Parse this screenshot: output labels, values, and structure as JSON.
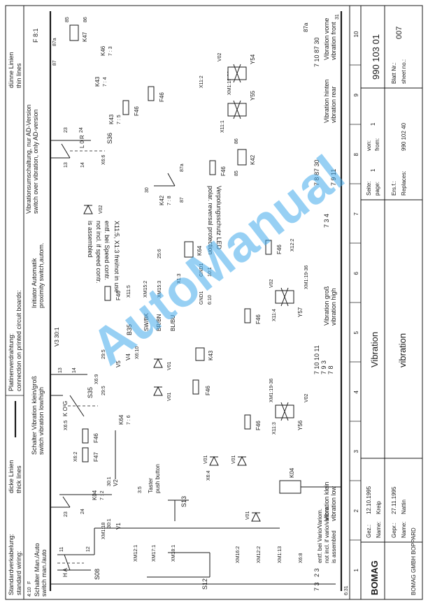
{
  "header": {
    "standard_wiring_de": "Standardverkabelung:",
    "standard_wiring_en": "standard wiring:",
    "thick_lines_de": "dicke Linien",
    "thick_lines_en": "thick lines",
    "board_wiring_de": "Platinenverdrahtung:",
    "board_wiring_en": "connection on printed circuit boards:",
    "thin_lines_de": "dünne Linien",
    "thin_lines_en": "thin lines"
  },
  "sections": {
    "s08_de": "Schalter Man./Auto",
    "s08_en": "switch man./auto",
    "vib_low_high_de": "Schalter Vibration klein/groß",
    "vib_low_high_en": "switch vibration low/high",
    "initiator_de": "Initiator Automatik",
    "initiator_en": "proximity switch,autom.",
    "vib_switch_de": "Vibrationsumschaltung, nur AD-Version",
    "vib_switch_en": "switch over vibration, only AD-version"
  },
  "labels": {
    "s08": "S08",
    "s12": "S12",
    "s13": "S13",
    "s35": "S35",
    "s36": "S36",
    "b35": "B35",
    "k04": "K04",
    "k04b": "K04",
    "k42": "K42",
    "k43": "K43",
    "k46": "K46",
    "k47": "K47",
    "k64": "K64",
    "v01": "V01",
    "v02": "V02",
    "y54": "Y54",
    "y55": "Y55",
    "y56": "Y56",
    "y57": "Y57",
    "f46": "F46",
    "f47": "F47",
    "xm1_18": "XM1:18",
    "xm12_1": "XM12:1",
    "xm17_1": "XM17:1",
    "xm18_1": "XM18:1",
    "xm16_2": "XM16:2",
    "xm12_2": "XM12:2",
    "xm1_13": "XM1:13",
    "xm15_2": "XM15:2",
    "xm15_3": "XM15:3",
    "xm1_19_36": "XM1:19-36",
    "x6_2": "X6:2",
    "x6_5": "X6:5",
    "x6_8": "X6:8",
    "x6_9": "X6:9",
    "x6_10": "X6:10",
    "x6_4": "X6:4",
    "x6_6": "X6:6",
    "x11_1": "X11:1",
    "x11_2": "X11:2",
    "x11_3": "X11:3",
    "x11_4": "X11:4",
    "x11_5": "X11:5",
    "x12_2": "X12:2",
    "x1_3": "X1:3",
    "v1": "V1",
    "v2": "V2",
    "v3": "V3",
    "v4": "V4",
    "v5": "V5",
    "v3_30": "V3 30:1",
    "v1_30": "30:1",
    "v2_30": "30:1",
    "br_bn": "BR/BN",
    "sw_bk": "SW/BK",
    "bl_bu": "BL/BU",
    "gnd": "GND1",
    "gnd2": "GND1",
    "taster_de": "Taster",
    "taster_en": "push button",
    "led_de": "Verpolungsschutz LED",
    "led_en": "polar. reversal protection",
    "speed_de": "entf. bei Speed contr.",
    "speed_en": "not incl. if speed contr.",
    "assembled": "is assembled",
    "x11_free": "X11:5, X1:3 frei/not in use",
    "ref_7_2": "7 : 2",
    "ref_7_6": "7 : 6",
    "ref_7_4": "7 : 4",
    "ref_7_8": "7 : 8",
    "ref_7_5": "7 : 5",
    "ref_7_3": "7 : 3",
    "c30": "30",
    "c87": "87",
    "c87a": "87a",
    "c85": "85",
    "c86": "86",
    "n13": "13",
    "n14": "14",
    "n23": "23",
    "n24": "24",
    "n11": "11",
    "n12": "12",
    "n29": "29:5",
    "n25": "25:6",
    "n10": "10:1",
    "n3": "3:5",
    "n610": "6:10",
    "ref_410": "4:10",
    "ref_f": "F",
    "ref_81": "8:1",
    "ref_31": "31",
    "ref_631": "6:31",
    "ref_f81": "F 8:1",
    "k_o_g": "K O G",
    "l_0_r": "L 0 R",
    "h_a": "H   A"
  },
  "notes": {
    "vib_low_de": "Vibration klein",
    "vib_low_en": "vibration low",
    "vario_de": "entf. bei Vario/Variom.",
    "vario_en": "not incl. if vario/variom.",
    "assembled": "is assembled",
    "vib_high_de": "Vibration groß",
    "vib_high_en": "vibration high",
    "vib_front_de": "Vibration vorne",
    "vib_front_en": "vibration front",
    "vib_rear_de": "Vibration hinten",
    "vib_rear_en": "vibration rear"
  },
  "refs": {
    "r1": "7 3",
    "r2": "2 3",
    "r3": "7 10 10 11",
    "r4": "7 9 11",
    "r5": "7 8",
    "r6": "7 9 3",
    "r7": "7 3 4",
    "r8": "7 8 87 30",
    "r9": "7 10 87 30",
    "r10": "87a"
  },
  "grid": {
    "cols": [
      "1",
      "2",
      "3",
      "4",
      "5",
      "6",
      "7",
      "8",
      "9",
      "10"
    ]
  },
  "title_block": {
    "gez_label": "Gez.:",
    "gez_date": "12.10.1995",
    "name_label": "Name:",
    "name_val": "Kreip",
    "gepr_label": "Gepr.:",
    "gepr_date": "27.11.1995",
    "name2_label": "Name:",
    "name2_val": "Nattin",
    "logo": "BOMAG",
    "company": "BOMAG GMBH BOPPARD",
    "title_de": "Vibration",
    "title_en": "vibration",
    "seite_label": "Seite:",
    "seite_en": "page:",
    "seite_val": "1",
    "von_label": "von:",
    "von_en": "from:",
    "von_val": "1",
    "ersf_label": "Ers.f.:",
    "replaces_label": "Replaces:",
    "replaces_val": "990 102 40",
    "doc_no": "990 103 01",
    "blatt_label": "Blatt Nr.:",
    "sheet_label": "sheet no.:",
    "sheet_val": "007"
  },
  "watermark": "AutoManual"
}
